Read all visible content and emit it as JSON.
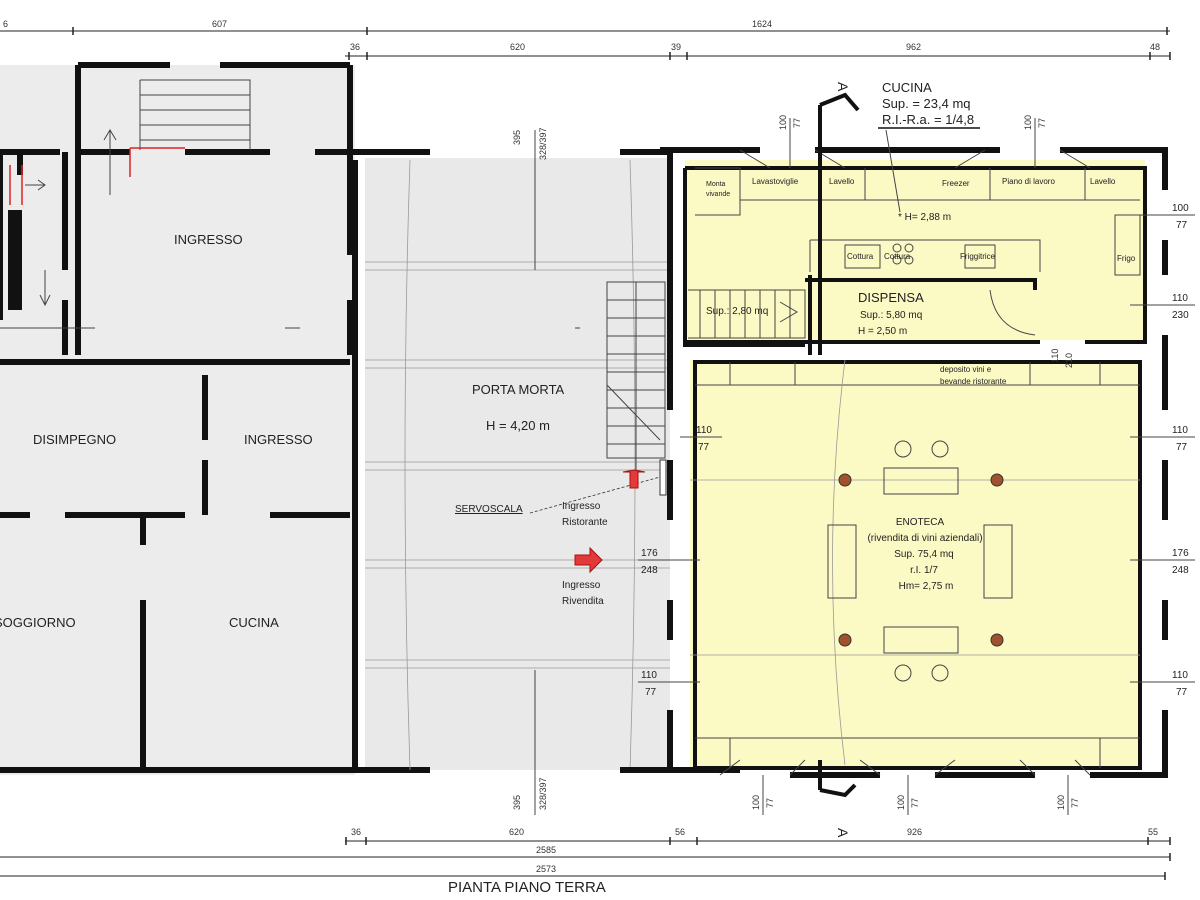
{
  "title": "PIANTA PIANO TERRA",
  "dimensions": {
    "top_row1": [
      "6",
      "607",
      "1624"
    ],
    "top_row2": [
      "36",
      "620",
      "39",
      "962",
      "48"
    ],
    "bottom_row1": [
      "36",
      "620",
      "56",
      "926",
      "55"
    ],
    "bottom_total1": "2585",
    "bottom_total2": "2573"
  },
  "section_marker": "A",
  "left_building": {
    "rooms": [
      "INGRESSO",
      "DISIMPEGNO",
      "INGRESSO",
      "SOGGIORNO",
      "CUCINA"
    ]
  },
  "porta_morta": {
    "name": "PORTA MORTA",
    "height": "H = 4,20 m",
    "opening_top": [
      "395",
      "328/397"
    ],
    "opening_bottom": [
      "395",
      "328/397"
    ],
    "servoscala": "SERVOSCALA",
    "entrance_restaurant": [
      "Ingresso",
      "Ristorante"
    ],
    "entrance_shop": [
      "Ingresso",
      "Rivendita"
    ]
  },
  "kitchen": {
    "name": "CUCINA",
    "area": "Sup. = 23,4 mq",
    "ratio": "R.I.-R.a. = 1/4,8",
    "height": "* H= 2,88 m",
    "fixtures": [
      "Monta",
      "vivande",
      "Lavastoviglie",
      "Lavello",
      "Freezer",
      "Piano di lavoro",
      "Lavello",
      "Cottura",
      "Cottura",
      "Friggitrice",
      "Frigo"
    ]
  },
  "stair": {
    "area": "Sup.: 2,80 mq"
  },
  "pantry": {
    "name": "DISPENSA",
    "area": "Sup.: 5,80 mq",
    "height": "H = 2,50 m",
    "door": [
      "110",
      "210"
    ],
    "storage": [
      "deposito vini e",
      "bevande ristorante"
    ]
  },
  "enoteca": {
    "name": "ENOTECA",
    "subtitle": "(rivendita di vini aziendali)",
    "area": "Sup. 75,4 mq",
    "ratio": "r.I. 1/7",
    "height": "Hm= 2,75 m"
  },
  "openings": {
    "kitchen_top_1": [
      "100",
      "77"
    ],
    "kitchen_top_2": [
      "100",
      "77"
    ],
    "right_1": [
      "100",
      "77"
    ],
    "right_2": [
      "110",
      "230"
    ],
    "right_3": [
      "110",
      "77"
    ],
    "right_4": [
      "176",
      "248"
    ],
    "right_5": [
      "110",
      "77"
    ],
    "left_1": [
      "110",
      "77"
    ],
    "left_2": [
      "176",
      "248"
    ],
    "left_3": [
      "110",
      "77"
    ],
    "bottom_1": [
      "100",
      "77"
    ],
    "bottom_2": [
      "100",
      "77"
    ],
    "bottom_3": [
      "100",
      "77"
    ]
  },
  "colors": {
    "room_fill": "#fbf9c4",
    "porch_fill": "#ebebeb",
    "arrow": "#e2393a"
  }
}
